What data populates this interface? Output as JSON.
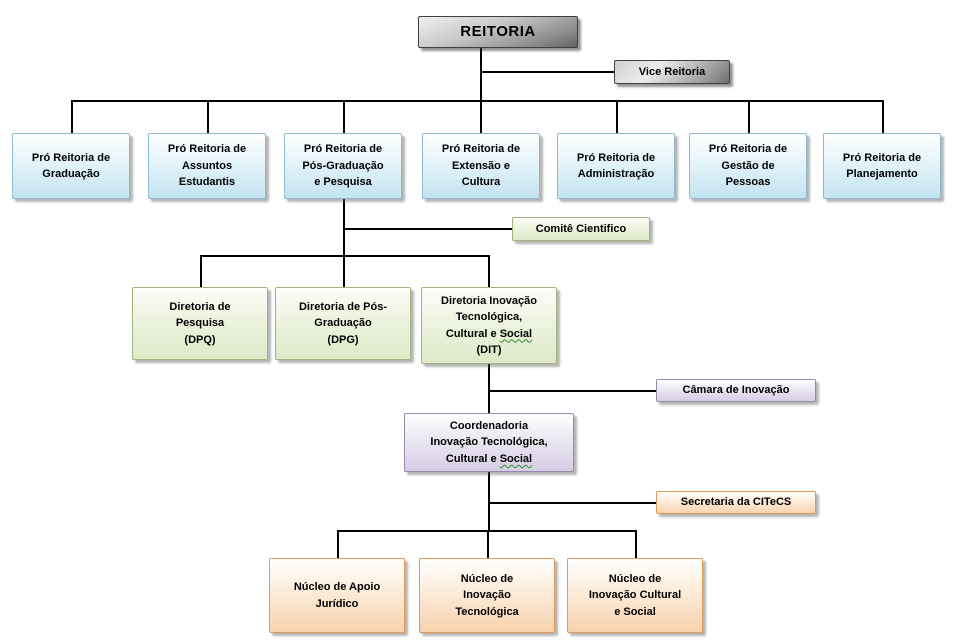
{
  "org": {
    "reitoria": {
      "label": "REITORIA"
    },
    "vice_reitoria": {
      "label": "Vice Reitoria"
    },
    "pro_reitorias": [
      {
        "lines": [
          "Pró Reitoria de",
          "Graduação"
        ]
      },
      {
        "lines": [
          "Pró Reitoria de",
          "Assuntos",
          "Estudantis"
        ]
      },
      {
        "lines": [
          "Pró Reitoria de",
          "Pós-Graduação",
          "e Pesquisa"
        ]
      },
      {
        "lines": [
          "Pró Reitoria de",
          "Extensão e",
          "Cultura"
        ]
      },
      {
        "lines": [
          "Pró Reitoria de",
          "Administração"
        ]
      },
      {
        "lines": [
          "Pró Reitoria de",
          "Gestão de",
          "Pessoas"
        ]
      },
      {
        "lines": [
          "Pró Reitoria de",
          "Planejamento"
        ]
      }
    ],
    "comite": {
      "label": "Comitê Cientifico"
    },
    "diretorias": [
      {
        "lines": [
          "Diretoria de",
          "Pesquisa",
          "(DPQ)"
        ]
      },
      {
        "lines": [
          "Diretoria de Pós-",
          "Graduação",
          "(DPG)"
        ]
      },
      {
        "lines": [
          "Diretoria Inovação",
          "Tecnológica,",
          "Cultural e ~Social~",
          "(DIT)"
        ]
      }
    ],
    "camara": {
      "label": "Câmara de Inovação"
    },
    "coordenadoria": {
      "lines": [
        "Coordenadoria",
        "Inovação Tecnológica,",
        "Cultural e ~Social~"
      ]
    },
    "secretaria": {
      "label": "Secretaria da CITeCS"
    },
    "nucleos": [
      {
        "lines": [
          "Núcleo de Apoio",
          "Jurídico"
        ]
      },
      {
        "lines": [
          "Núcleo de",
          "Inovação",
          "Tecnológica"
        ]
      },
      {
        "lines": [
          "Núcleo de",
          "Inovação Cultural",
          "e Social"
        ]
      }
    ]
  },
  "palette": {
    "connector": "#000000",
    "gray_box_top": "#efefef",
    "gray_box_bottom": "#6e6e6e",
    "blue_fill_bottom": "#c3e3f0",
    "blue_border": "#8fb9cc",
    "green_fill_bottom": "#dde9c8",
    "green_border": "#a4b37d",
    "purple_fill_bottom": "#d5cde4",
    "purple_border": "#978aaa",
    "orange_fill_bottom": "#f8d2ae",
    "orange_border": "#df9b5b",
    "spellcheck_underline": "#2e8b2e"
  }
}
